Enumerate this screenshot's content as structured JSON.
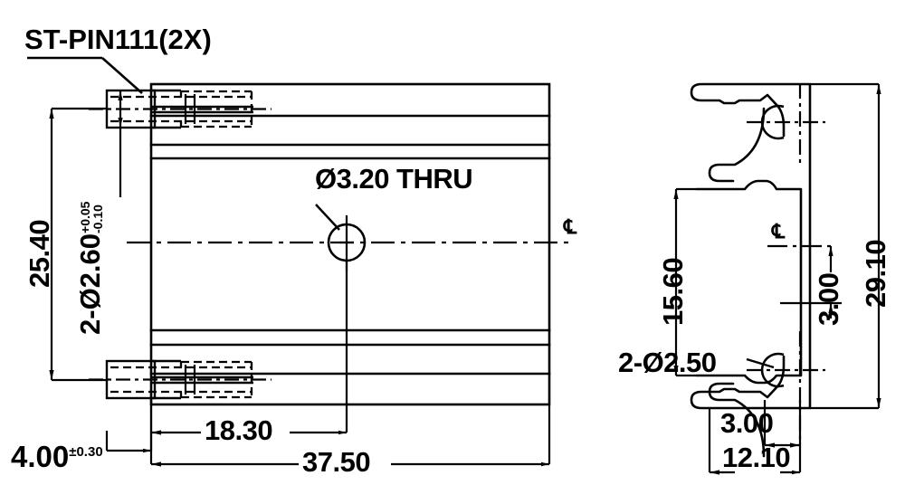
{
  "drawing": {
    "title": "Mechanical part engineering drawing - two orthographic views",
    "units": "mm",
    "line_color": "#000000",
    "background_color": "#ffffff"
  },
  "annotations": {
    "part_callout": "ST-PIN111(2X)",
    "center_hole": "Ø3.20 THRU",
    "pin_hole_diameter_value": "2-Ø2.60",
    "pin_hole_tol_upper": "+0.05",
    "pin_hole_tol_lower": "-0.10",
    "side_hole": "2-Ø2.50",
    "centerline_symbol": "℄"
  },
  "dimensions": {
    "front_height_overall": "25.40",
    "front_pin_edge": "4.00",
    "front_pin_edge_tol": "±0.30",
    "front_hole_from_left": "18.30",
    "front_length_overall": "37.50",
    "side_inner_height": "15.60",
    "side_overall_height": "29.10",
    "side_hole_from_center": "3.00",
    "side_hole_offset_bottom": "3.00",
    "side_overall_width": "12.10"
  },
  "dimension_list": [
    {
      "name": "front-height-overall",
      "value": "25.40",
      "view": "front",
      "orientation": "vertical"
    },
    {
      "name": "front-pin-hole-dia",
      "value": "2-Ø2.60",
      "view": "front",
      "orientation": "vertical"
    },
    {
      "name": "front-pin-edge",
      "value": "4.00",
      "view": "front",
      "orientation": "horizontal"
    },
    {
      "name": "front-hole-from-left",
      "value": "18.30",
      "view": "front",
      "orientation": "horizontal"
    },
    {
      "name": "front-length-overall",
      "value": "37.50",
      "view": "front",
      "orientation": "horizontal"
    },
    {
      "name": "side-inner-height",
      "value": "15.60",
      "view": "side",
      "orientation": "vertical"
    },
    {
      "name": "side-overall-height",
      "value": "29.10",
      "view": "side",
      "orientation": "vertical"
    },
    {
      "name": "side-hole-from-center",
      "value": "3.00",
      "view": "side",
      "orientation": "vertical"
    },
    {
      "name": "side-hole-offset",
      "value": "3.00",
      "view": "side",
      "orientation": "horizontal"
    },
    {
      "name": "side-overall-width",
      "value": "12.10",
      "view": "side",
      "orientation": "horizontal"
    }
  ]
}
